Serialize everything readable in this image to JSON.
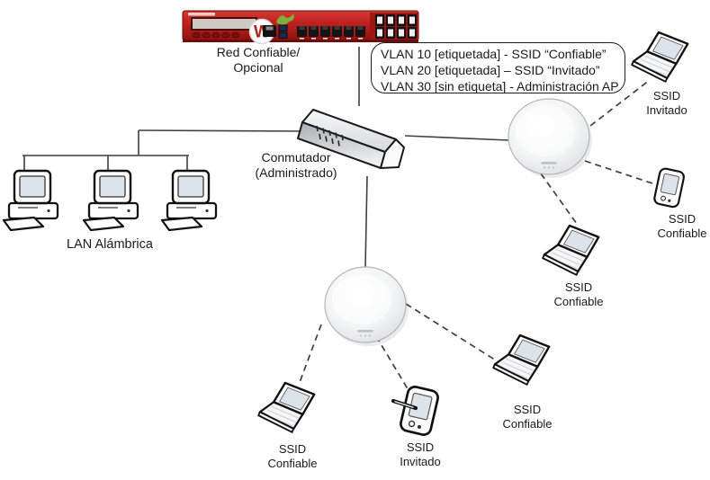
{
  "colors": {
    "firewall_red": "#c32420",
    "firewall_dark_red": "#7f0f0d",
    "outline": "#111111",
    "screen_fill": "#dde3ea",
    "connector": "#3f3f3f",
    "logo_green": "#7cb342",
    "logo_red": "#b3231f",
    "ap_rim": "#c3c7c9"
  },
  "firewall": {
    "label": "Red Confiable/ Opcional",
    "logo_letter": "W"
  },
  "vlan_box": {
    "lines": [
      "VLAN 10 [etiquetada] - SSID “Confiable”",
      "VLAN 20 [etiquetada] – SSID “Invitado”",
      "VLAN 30 [sin etiqueta] - Administración AP"
    ]
  },
  "switch": {
    "label": "Conmutador (Administrado)"
  },
  "wired_lan": {
    "label": "LAN Alámbrica"
  },
  "endpoints": [
    {
      "id": "laptop-top-right",
      "device": "laptop",
      "label": "SSID Invitado"
    },
    {
      "id": "phone-right",
      "device": "smartphone",
      "label": "SSID Confiable"
    },
    {
      "id": "laptop-mid-right",
      "device": "laptop",
      "label": "SSID Confiable"
    },
    {
      "id": "laptop-bottom-right",
      "device": "laptop",
      "label": "SSID Confiable"
    },
    {
      "id": "phone-bottom",
      "device": "smartphone",
      "label": "SSID Invitado"
    },
    {
      "id": "laptop-bottom-left",
      "device": "laptop",
      "label": "SSID Confiable"
    }
  ]
}
